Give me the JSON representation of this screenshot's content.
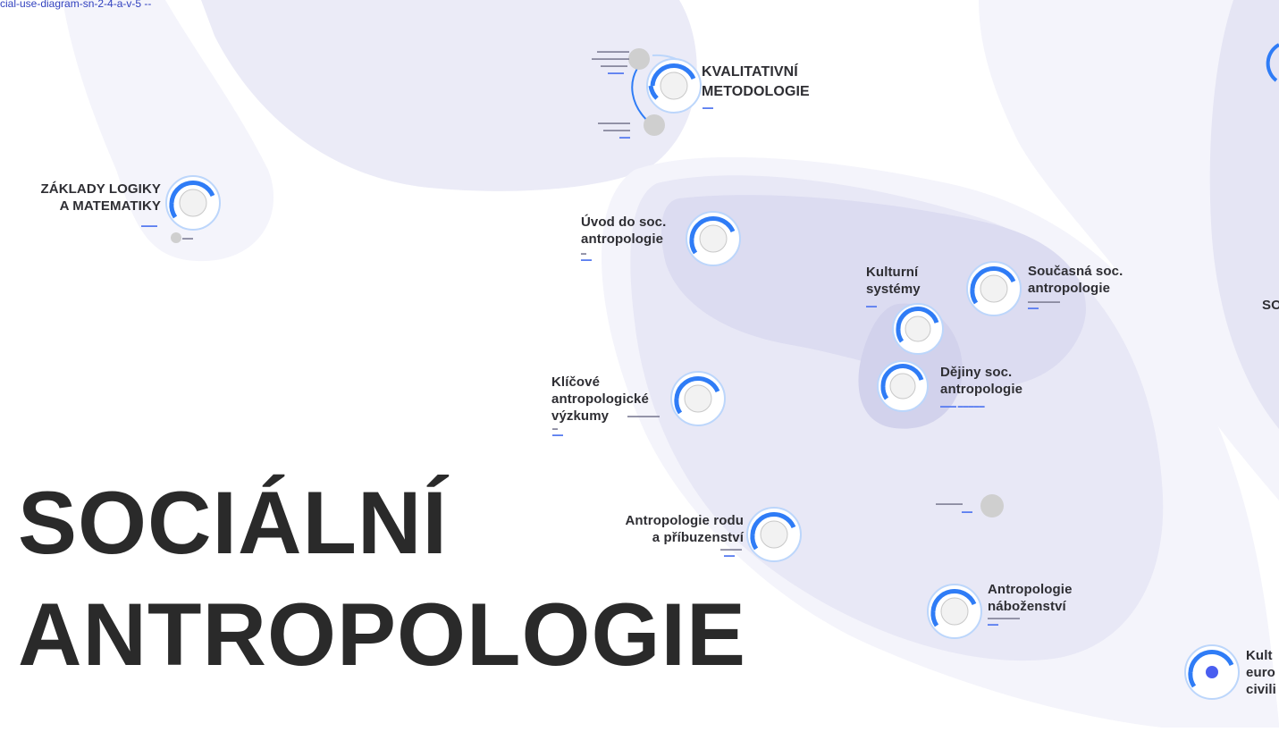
{
  "caption": "cial-use-diagram-sn-2-4-a-v-5 --",
  "colors": {
    "region_outer": "#f4f4fb",
    "region_mid": "#e9e9f6",
    "region_inner": "#dcdcf1",
    "ring": "#2f7cf6",
    "ring_light": "#bcd6fb",
    "title_text": "#2a2a2a",
    "node_gray": "#cfcfcf"
  },
  "title": {
    "line1": "SOCIÁLNÍ",
    "line2": "ANTROPOLOGIE"
  },
  "nodes": {
    "kvalitativni": {
      "line1": "KVALITATIVNÍ",
      "line2": "METODOLOGIE",
      "icon": "person-sketch-icon"
    },
    "zaklady": {
      "line1": "ZÁKLADY LOGIKY",
      "line2": "A MATEMATIKY",
      "icon": "person-sketch-icon"
    },
    "uvod": {
      "line1": "Úvod do soc.",
      "line2": "antropologie",
      "icon": "person-sketch-icon"
    },
    "kulturni": {
      "line1": "Kulturní",
      "line2": "systémy",
      "icon": "person-sketch-icon"
    },
    "soucasna": {
      "line1": "Současná soc.",
      "line2": "antropologie",
      "icon": "person-sketch-icon"
    },
    "dejiny": {
      "line1": "Dějiny soc.",
      "line2": "antropologie",
      "icon": "person-sketch-icon"
    },
    "klicove": {
      "line1": "Klíčové",
      "line2": "antropologické",
      "line3": "výzkumy",
      "icon": "person-sketch-icon"
    },
    "rodu": {
      "line1": "Antropologie rodu",
      "line2": "a příbuzenství",
      "icon": "person-sketch-icon"
    },
    "nabozenstvi": {
      "line1": "Antropologie",
      "line2": "náboženství",
      "icon": "person-sketch-icon"
    },
    "kultury": {
      "line1": "Kult",
      "line2": "euro",
      "line3": "civili",
      "icon": "dot-icon"
    },
    "partial_so": {
      "text": "SO"
    }
  }
}
